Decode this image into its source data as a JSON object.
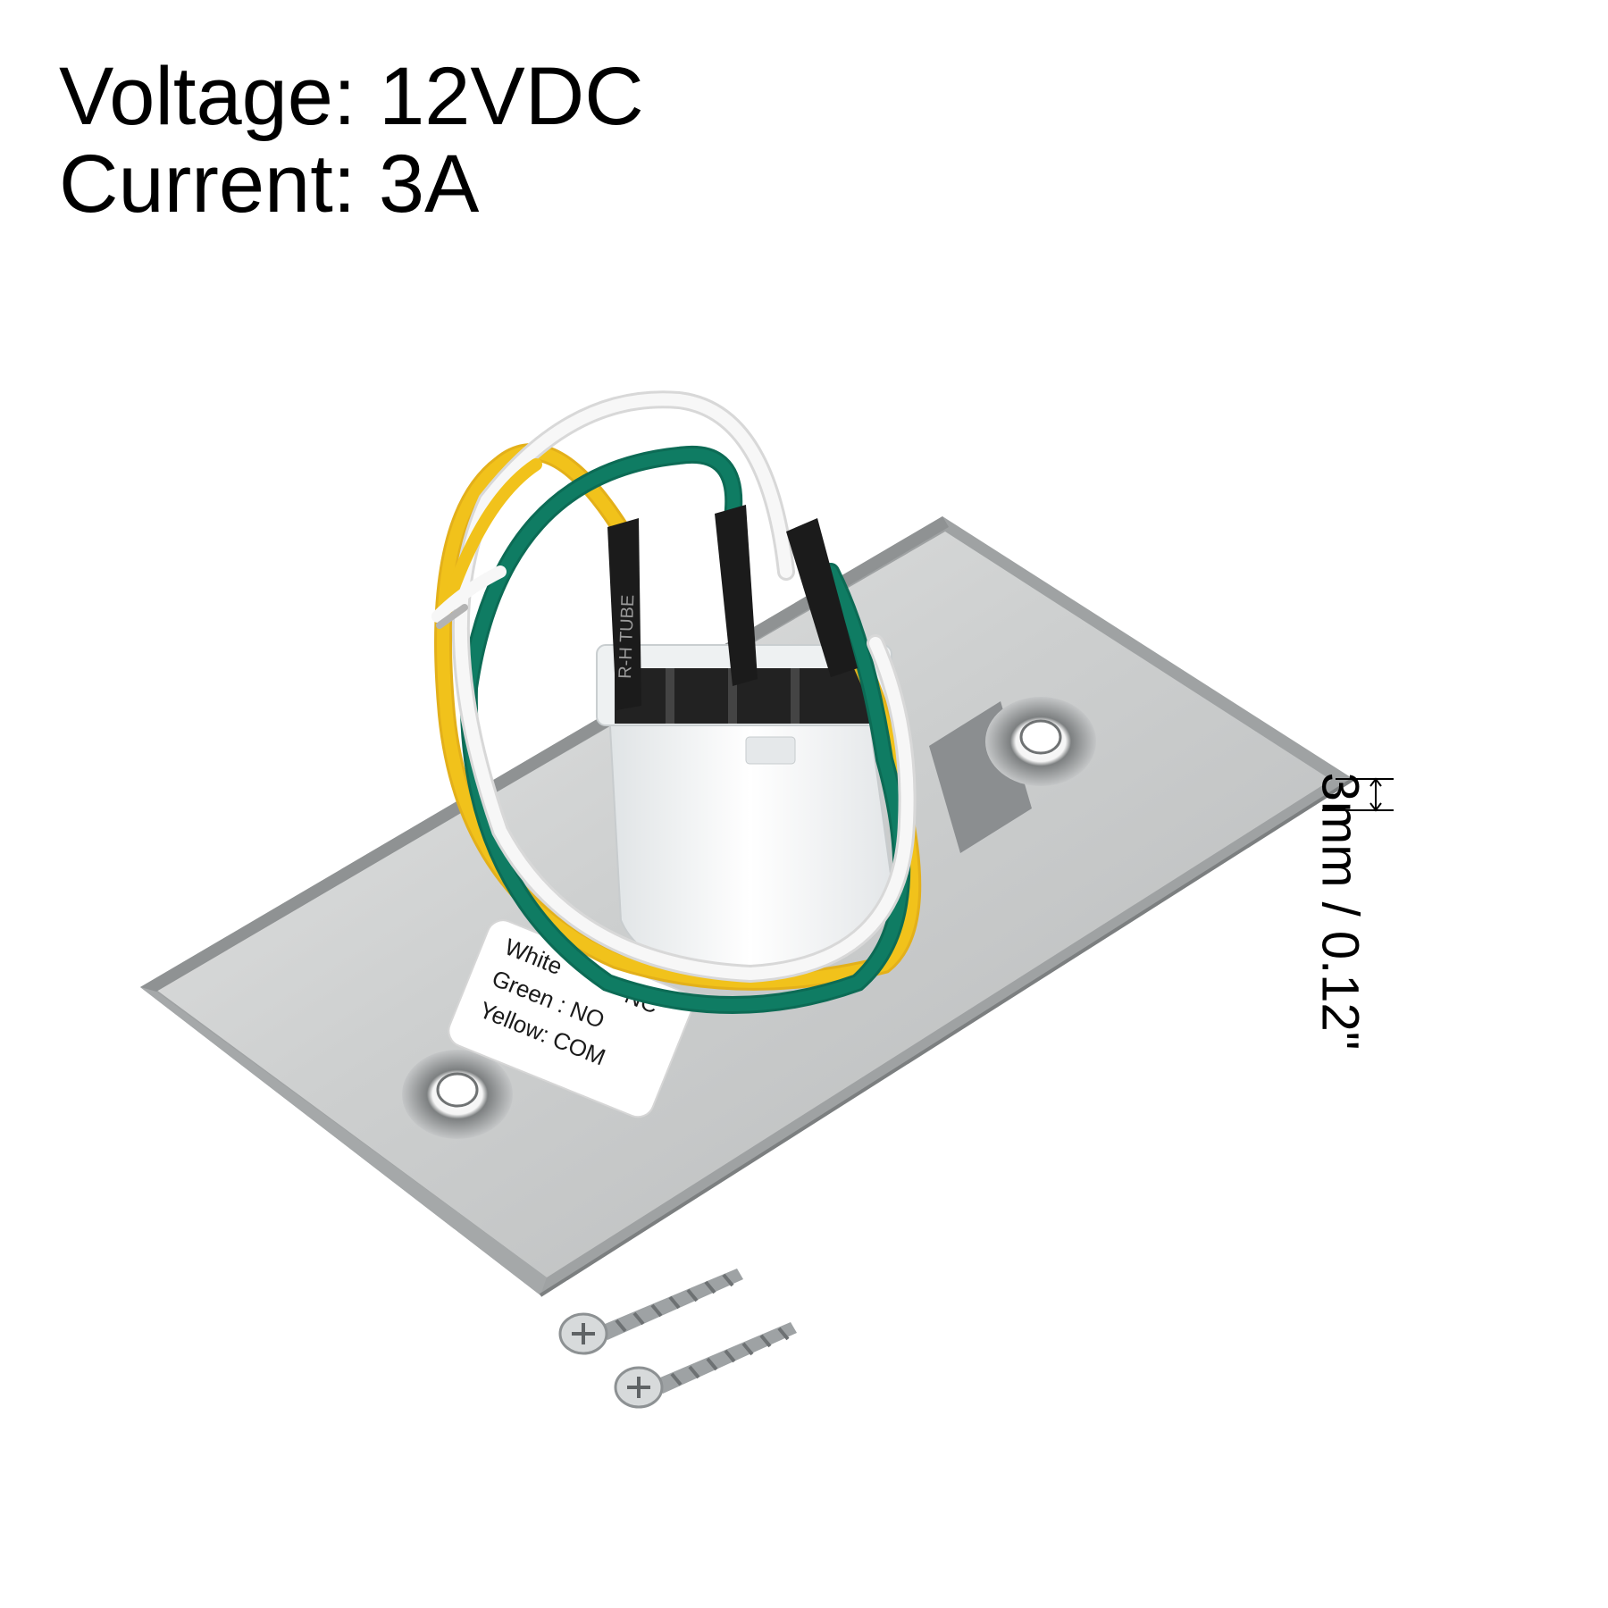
{
  "specs": {
    "voltage": "Voltage: 12VDC",
    "current": "Current: 3A"
  },
  "dimension": {
    "thickness": "3mm / 0.12\""
  },
  "wire_label": {
    "lines": [
      "White",
      "Green : NO",
      "Yellow: COM"
    ],
    "tail": "NC"
  },
  "tube_print": "R-H TUBE",
  "colors": {
    "plate": "#cfd0d0",
    "plate_rim": "#a8aaab",
    "wire_white": "#f4f4f4",
    "wire_green": "#0f7c63",
    "wire_yellow": "#f1c21b",
    "heat_shrink": "#1b1b1b",
    "switch_body": "#f2f4f5"
  },
  "icons": [
    "phillips-screw-icon",
    "mounting-hole-icon"
  ]
}
